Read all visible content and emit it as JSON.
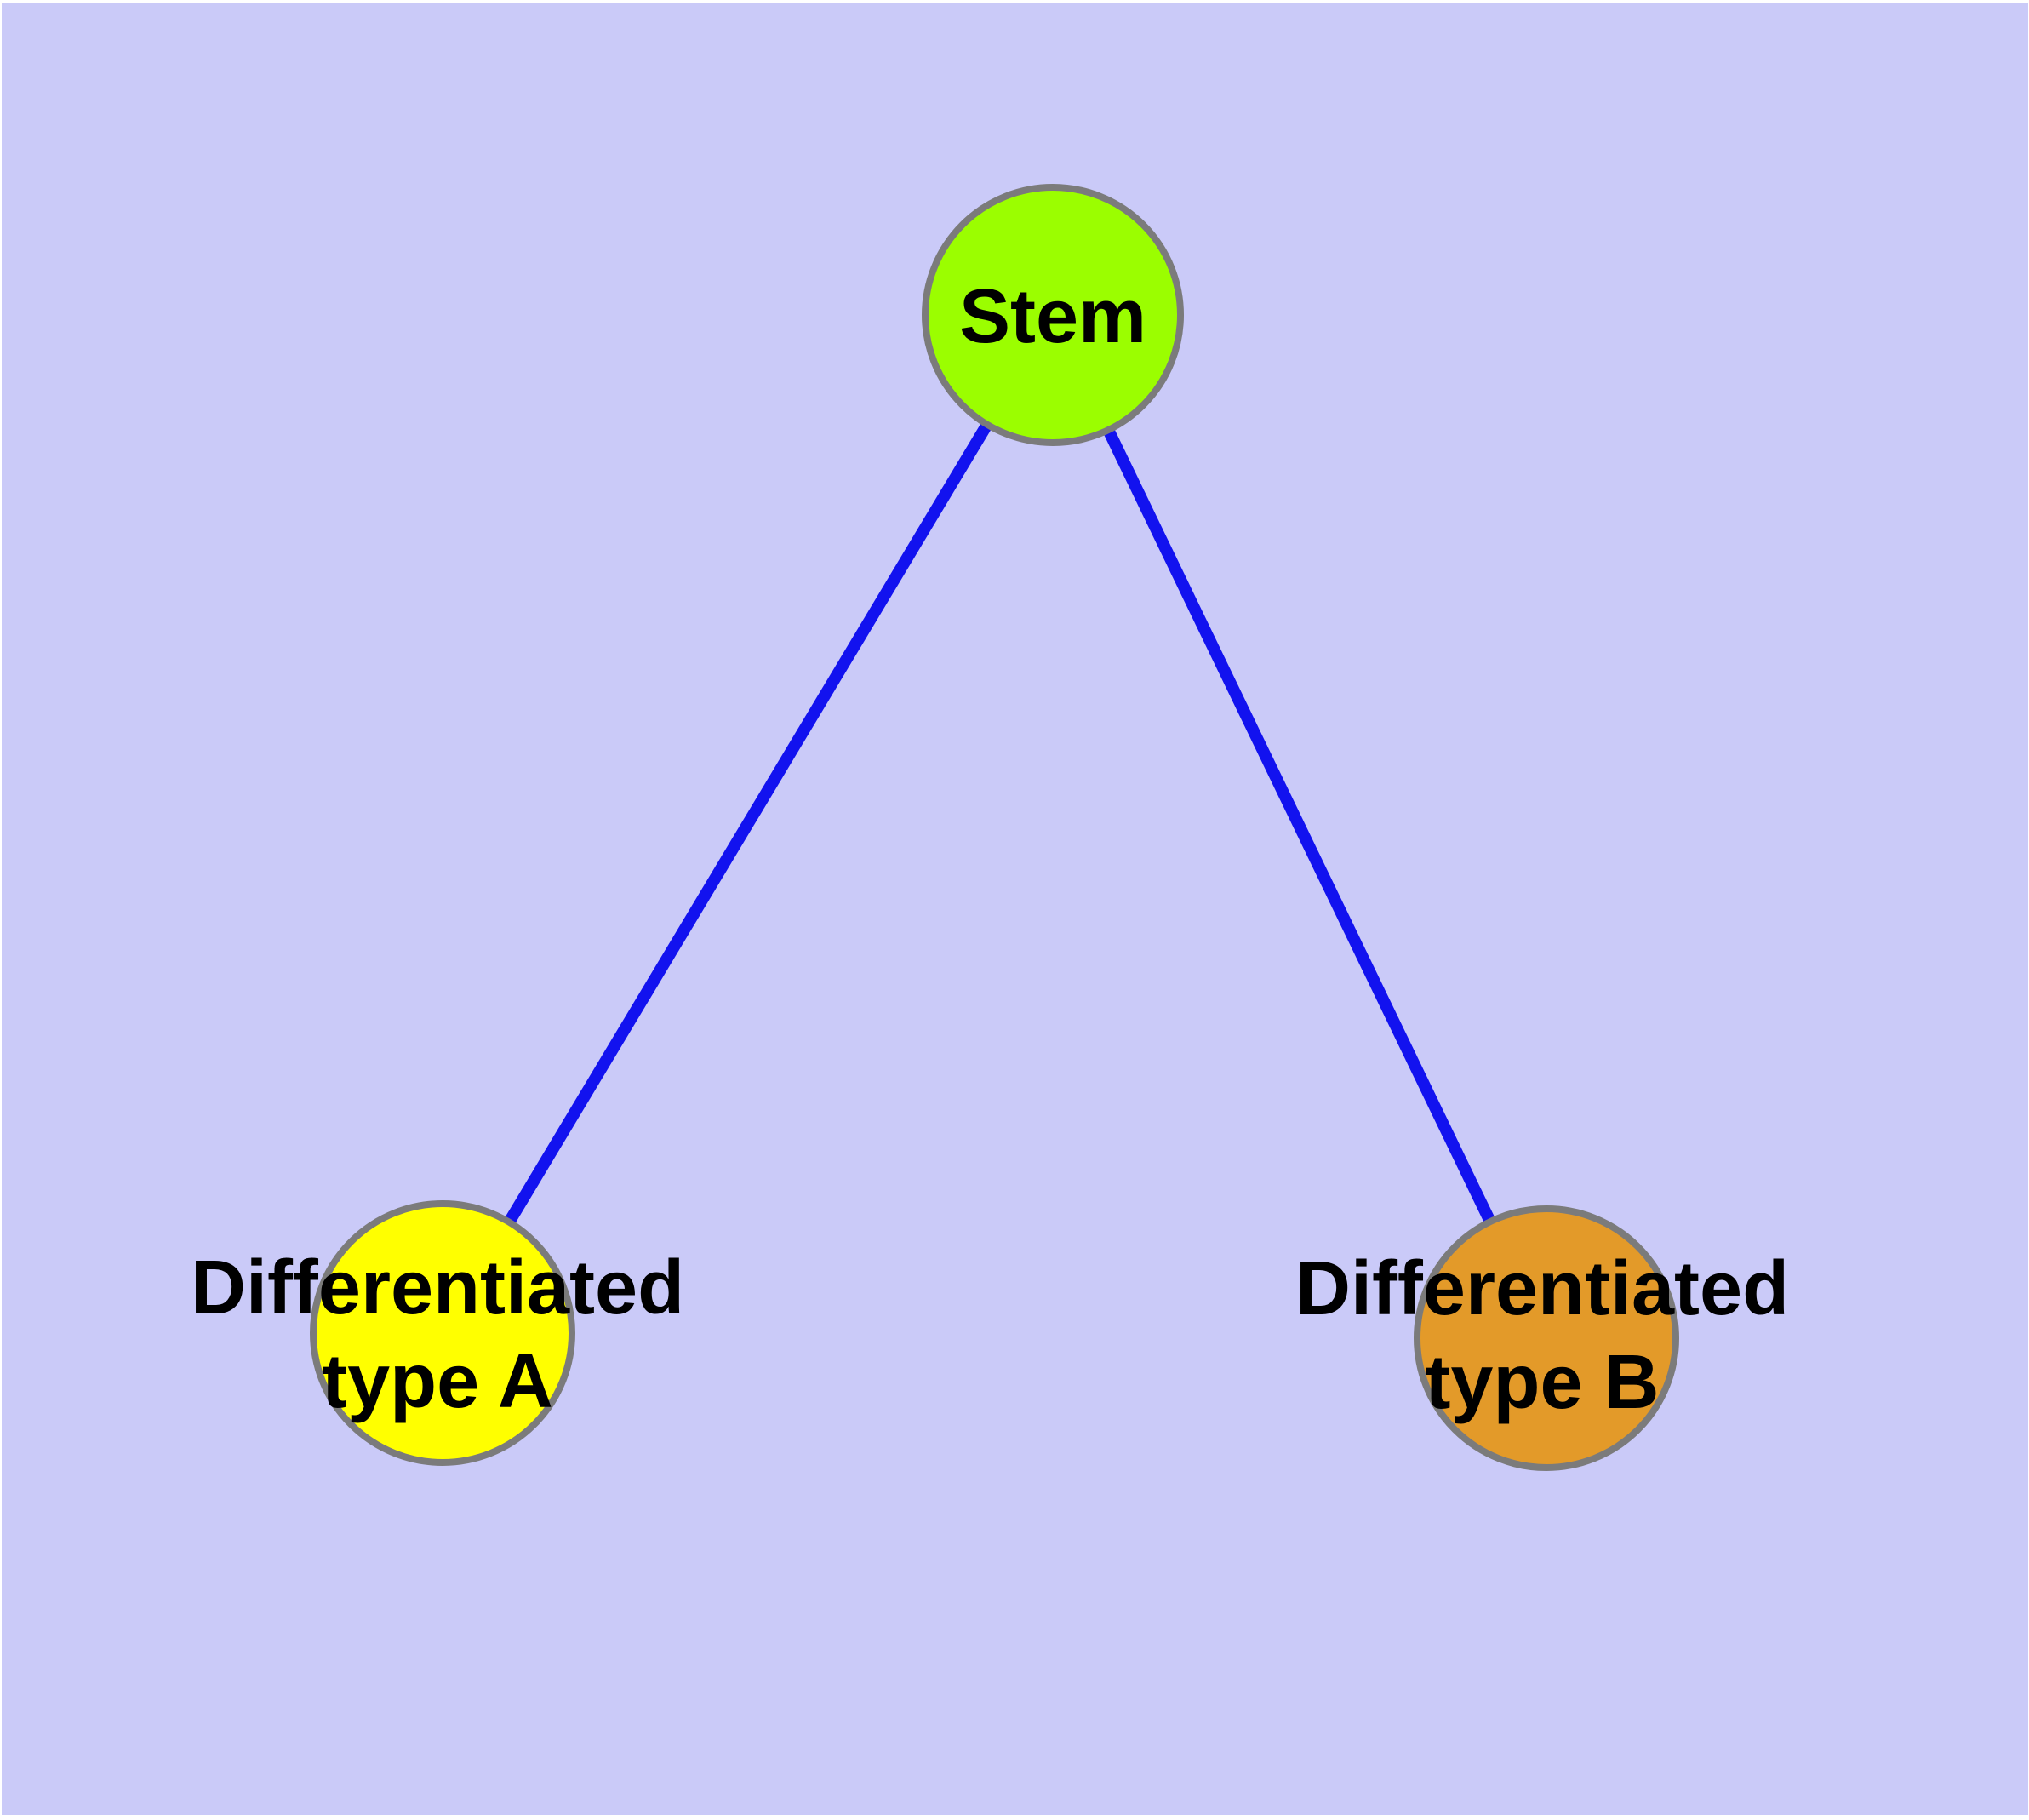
{
  "figure": {
    "background_color": "#CACAF8",
    "margin_color": "#FFFFFF",
    "edge_color": "#1212EF",
    "node_border_color": "#7B7B7B",
    "label_color": "#000000",
    "nodes": [
      {
        "id": "stem",
        "label": "Stem",
        "color": "#9BFE00"
      },
      {
        "id": "type_a",
        "label": "Differentiated\ntype A",
        "color": "#FFFF00"
      },
      {
        "id": "type_b",
        "label": "Differentiated\ntype B",
        "color": "#E39A29"
      }
    ],
    "edges": [
      {
        "from": "stem",
        "to": "type_a"
      },
      {
        "from": "stem",
        "to": "type_b"
      }
    ]
  }
}
